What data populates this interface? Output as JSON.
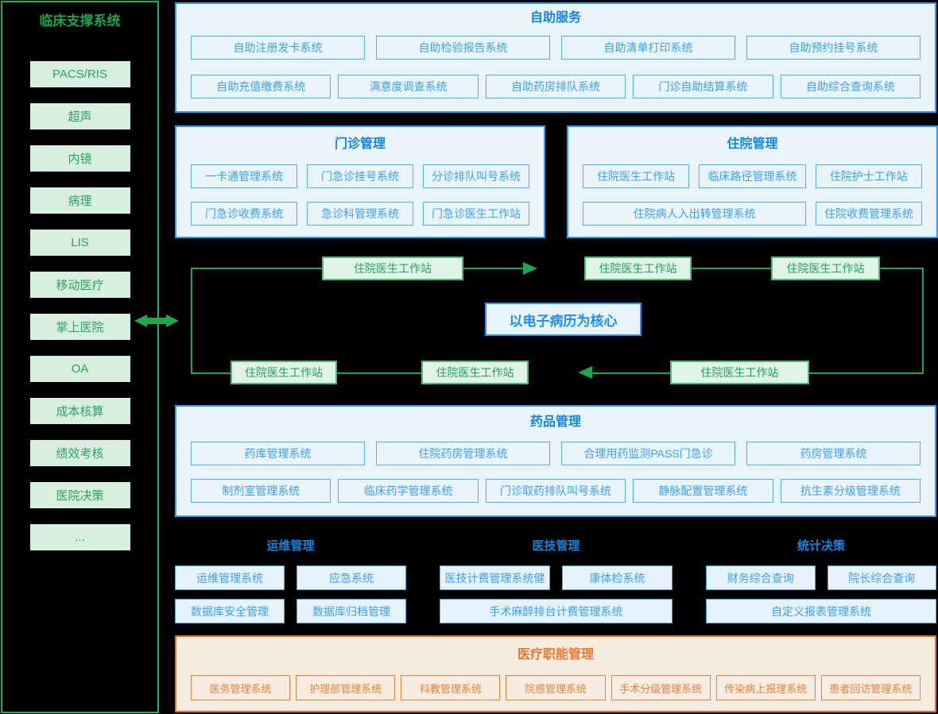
{
  "colors": {
    "green": "#1fa750",
    "light_green": "#d8efe0",
    "blue": "#2196f3",
    "light_blue": "#e9f4fd",
    "orange": "#e8803c",
    "beige": "#f6ecdf"
  },
  "sidebar": {
    "title": "临床支撑系统",
    "items": [
      "PACS/RIS",
      "超声",
      "内镜",
      "病理",
      "LIS",
      "移动医疗",
      "掌上医院",
      "OA",
      "成本核算",
      "绩效考核",
      "医院决策",
      "..."
    ]
  },
  "self_service": {
    "title": "自助服务",
    "row1": [
      "自助注册发卡系统",
      "自助检验报告系统",
      "自助清单打印系统",
      "自助预约挂号系统"
    ],
    "row2": [
      "自助充值缴费系统",
      "满意度调查系统",
      "自助药房排队系统",
      "门诊自助结算系统",
      "自助综合查询系统"
    ]
  },
  "outpatient": {
    "title": "门诊管理",
    "row1": [
      "一卡通管理系统",
      "门急诊挂号系统",
      "分诊排队叫号系统"
    ],
    "row2": [
      "门急诊收费系统",
      "急诊科管理系统",
      "门急诊医生工作站"
    ]
  },
  "inpatient": {
    "title": "住院管理",
    "row1": [
      "住院医生工作站",
      "临床路径管理系统",
      "住院护士工作站"
    ],
    "row2": [
      "住院病人入出转管理系统",
      "住院收费管理系统"
    ]
  },
  "flow": {
    "core_label": "以电子病历为核心",
    "stations": [
      "住院医生工作站",
      "住院医生工作站",
      "住院医生工作站",
      "住院医生工作站",
      "住院医生工作站",
      "住院医生工作站"
    ]
  },
  "pharmacy": {
    "title": "药品管理",
    "row1": [
      "药库管理系统",
      "住院药房管理系统",
      "合理用药监测PASS门急诊",
      "药房管理系统"
    ],
    "row2": [
      "制剂室管理系统",
      "临床药学管理系统",
      "门诊取药排队叫号系统",
      "静脉配置管理系统",
      "抗生素分级管理系统"
    ]
  },
  "ops": {
    "title": "运维管理",
    "row1": [
      "运维管理系统",
      "应急系统"
    ],
    "row2": [
      "数据库安全管理",
      "数据库归档管理"
    ]
  },
  "medtech": {
    "title": "医技管理",
    "row1": [
      "医技计费管理系统健",
      "康体检系统"
    ],
    "row2": [
      "手术麻醉排台计费管理系统"
    ]
  },
  "stats": {
    "title": "统计决策",
    "row1": [
      "财务综合查询",
      "院长综合查询"
    ],
    "row2": [
      "自定义报表管理系统"
    ]
  },
  "admin": {
    "title": "医疗职能管理",
    "items": [
      "医务管理系统",
      "护理部管理系统",
      "科教管理系统",
      "院感管理系统",
      "手术分级管理系统",
      "传染病上报理系统",
      "患者回访管理系统"
    ]
  }
}
